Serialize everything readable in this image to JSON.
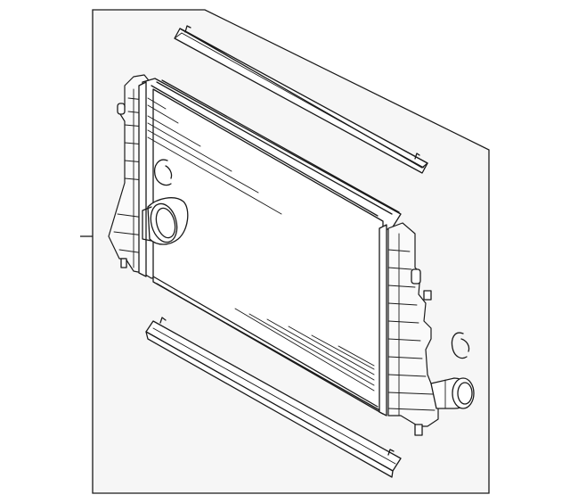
{
  "diagram": {
    "background_color": "#ffffff",
    "line_color": "#1a1a1a",
    "panel_fill": "#f6f6f6",
    "parts": [
      {
        "name": "intercooler-core"
      },
      {
        "name": "upper-bracket"
      },
      {
        "name": "lower-bracket"
      },
      {
        "name": "left-o-ring"
      },
      {
        "name": "right-o-ring"
      }
    ]
  }
}
